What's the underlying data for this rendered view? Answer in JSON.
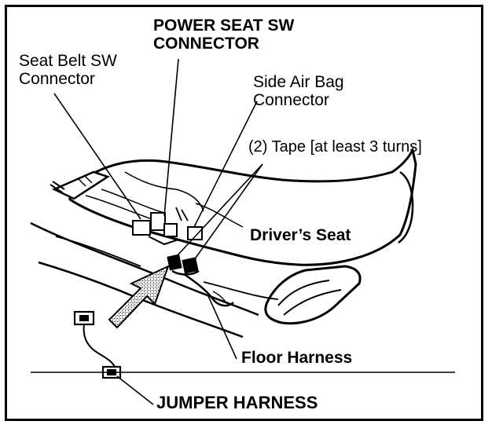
{
  "labels": {
    "power_seat_line1": "POWER SEAT SW",
    "power_seat_line2": "CONNECTOR",
    "seat_belt_line1": "Seat Belt SW",
    "seat_belt_line2": "Connector",
    "side_air_bag_line1": "Side Air Bag",
    "side_air_bag_line2": "Connector",
    "tape": "(2) Tape [at least 3 turns]",
    "drivers_seat": "Driver’s Seat",
    "floor_harness": "Floor Harness",
    "jumper_harness": "JUMPER HARNESS"
  }
}
